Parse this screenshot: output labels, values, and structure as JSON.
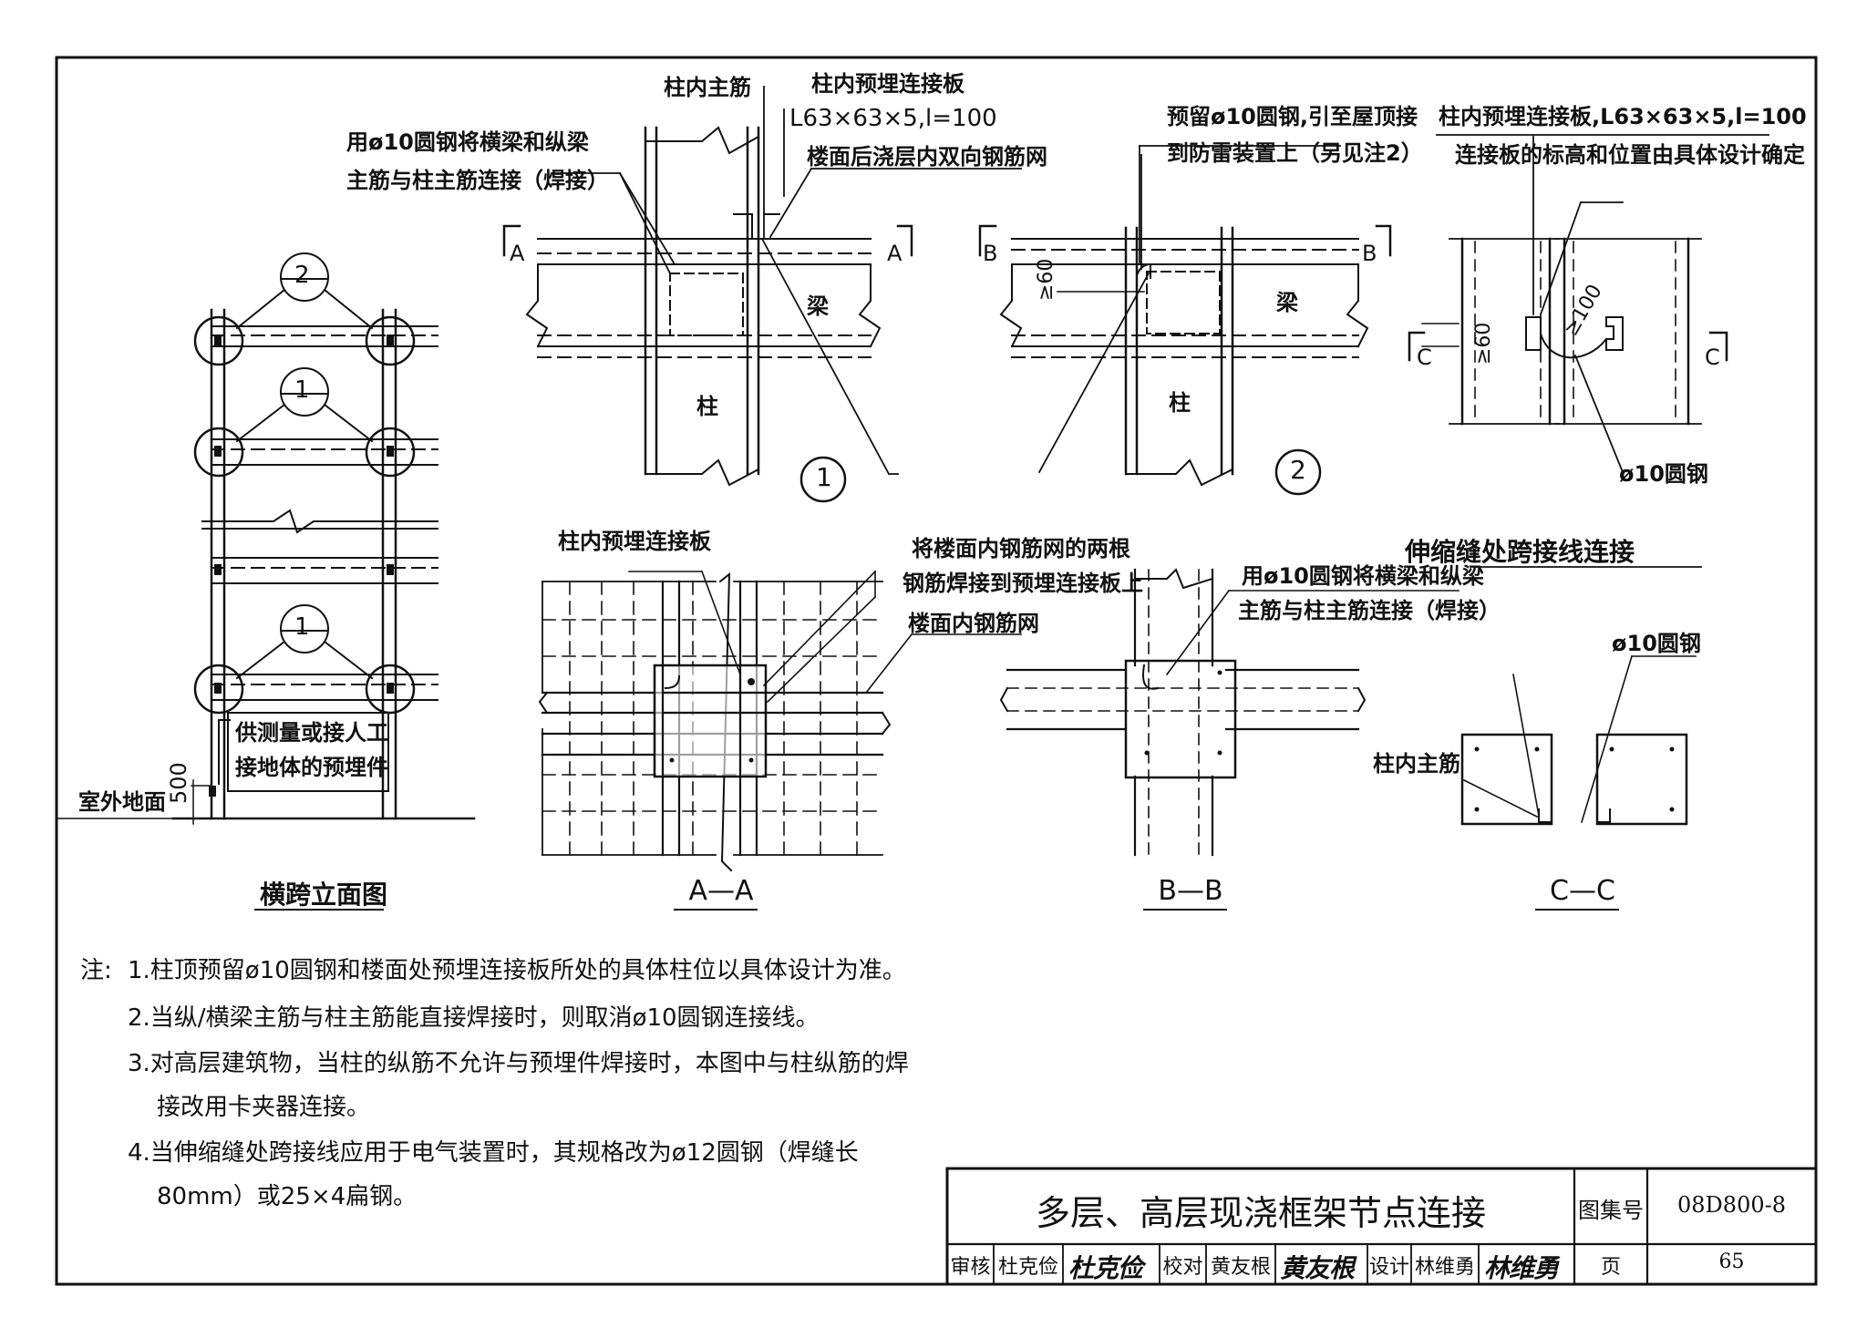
{
  "elevation": {
    "title": "横跨立面图",
    "bubble_2": "2",
    "bubble_1a": "1",
    "bubble_1b": "1",
    "embed_label_1": "供测量或接人工",
    "embed_label_2": "接地体的预埋件",
    "ground_label": "室外地面",
    "height_dim": "500"
  },
  "detail1": {
    "number": "1",
    "label_main_bar": "柱内主筋",
    "label_plate_1": "柱内预埋连接板",
    "label_plate_2": "L63×63×5,l=100",
    "label_mesh": "楼面后浇层内双向钢筋网",
    "label_weld_1": "用ø10圆钢将横梁和纵梁",
    "label_weld_2": "主筋与柱主筋连接（焊接）",
    "section_a": "A",
    "beam": "梁",
    "column": "柱"
  },
  "detail2": {
    "number": "2",
    "label_rod_1": "预留ø10圆钢,引至屋顶接",
    "label_rod_2": "到防雷装置上（另见注2）",
    "section_b": "B",
    "dim_60": "≥60",
    "beam": "梁",
    "column": "柱"
  },
  "expansion": {
    "label_1": "柱内预埋连接板,L63×63×5,l=100",
    "label_2": "连接板的标高和位置由具体设计确定",
    "section_c": "C",
    "dim_60": "≥60",
    "dim_100": "≥100",
    "rod": "ø10圆钢",
    "title": "伸缩缝处跨接线连接"
  },
  "section_aa": {
    "title": "A—A",
    "label_plate": "柱内预埋连接板",
    "label_weld_1": "将楼面内钢筋网的两根",
    "label_weld_2": "钢筋焊接到预埋连接板上",
    "label_mesh": "楼面内钢筋网"
  },
  "section_bb": {
    "title": "B—B",
    "label_1": "用ø10圆钢将横梁和纵梁",
    "label_2": "主筋与柱主筋连接（焊接）"
  },
  "section_cc": {
    "title": "C—C",
    "rod": "ø10圆钢",
    "main_bar": "柱内主筋"
  },
  "notes": {
    "prefix": "注:",
    "n1": "1.柱顶预留ø10圆钢和楼面处预埋连接板所处的具体柱位以具体设计为准。",
    "n2": "2.当纵/横梁主筋与柱主筋能直接焊接时，则取消ø10圆钢连接线。",
    "n3a": "3.对高层建筑物，当柱的纵筋不允许与预埋件焊接时，本图中与柱纵筋的焊",
    "n3b": "接改用卡夹器连接。",
    "n4a": "4.当伸缩缝处跨接线应用于电气装置时，其规格改为ø12圆钢（焊缝长",
    "n4b": "80mm）或25×4扁钢。"
  },
  "title_block": {
    "title": "多层、高层现浇框架节点连接",
    "atlas_label": "图集号",
    "atlas_no": "08D800-8",
    "review_label": "审核",
    "reviewer": "杜克俭",
    "reviewer_sig": "杜克俭",
    "check_label": "校对",
    "checker": "黄友根",
    "checker_sig": "黄友根",
    "design_label": "设计",
    "designer": "林维勇",
    "designer_sig": "林维勇",
    "page_label": "页",
    "page_no": "65"
  }
}
